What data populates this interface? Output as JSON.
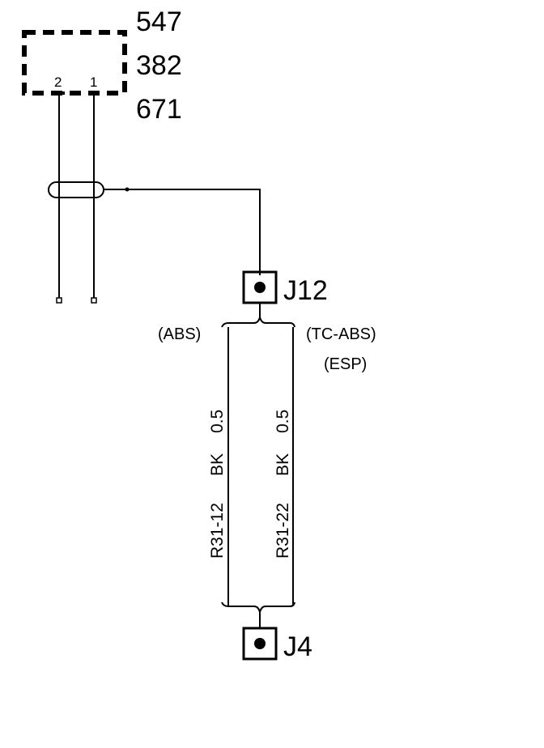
{
  "component": {
    "refs": [
      "547",
      "382",
      "671"
    ],
    "pins": [
      "2",
      "1"
    ]
  },
  "junctions": {
    "top": "J12",
    "bottom": "J4"
  },
  "variants": {
    "left": "(ABS)",
    "right_line1": "(TC-ABS)",
    "right_line2": "(ESP)"
  },
  "wires": [
    {
      "circuit": "R31-12",
      "color": "BK",
      "gauge": "0.5"
    },
    {
      "circuit": "R31-22",
      "color": "BK",
      "gauge": "0.5"
    }
  ],
  "colors": {
    "line": "#000000",
    "background": "#ffffff"
  }
}
